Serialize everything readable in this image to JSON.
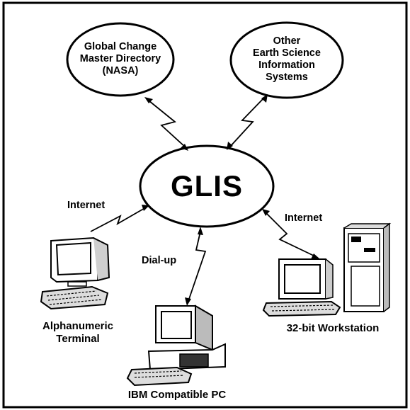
{
  "diagram": {
    "top_left_node": {
      "lines": [
        "Global Change",
        "Master Directory",
        "(NASA)"
      ]
    },
    "top_right_node": {
      "lines": [
        "Other",
        "Earth Science",
        "Information",
        "Systems"
      ]
    },
    "center_node": {
      "label": "GLIS"
    },
    "links": {
      "terminal": "Internet",
      "pc": "Dial-up",
      "workstation": "Internet"
    },
    "clients": {
      "terminal": [
        "Alphanumeric",
        "Terminal"
      ],
      "pc": "IBM Compatible PC",
      "workstation": "32-bit Workstation"
    }
  }
}
